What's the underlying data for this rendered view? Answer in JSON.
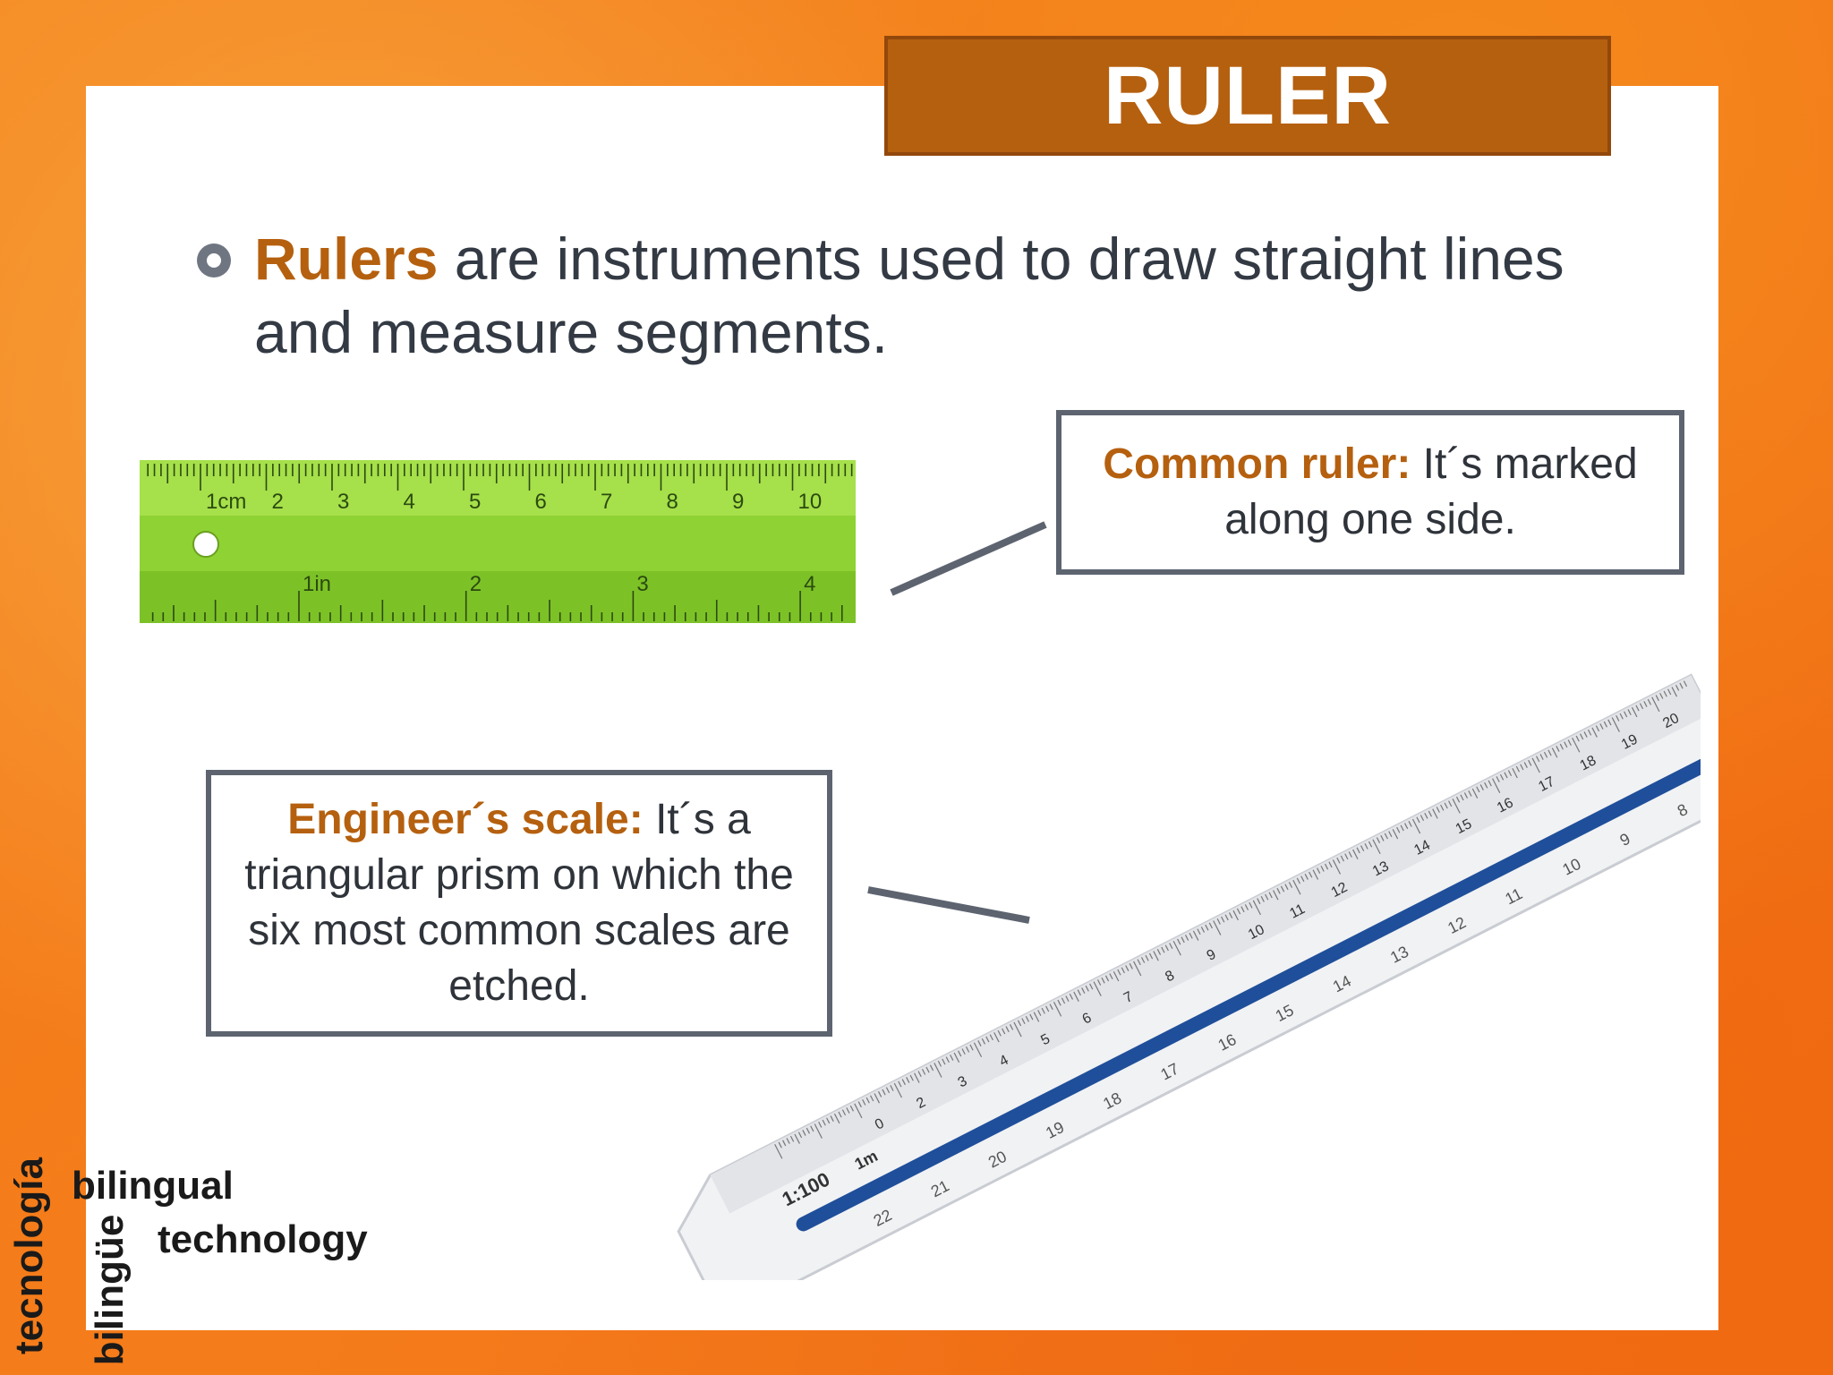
{
  "slide": {
    "title": "RULER",
    "bullet": {
      "highlight": "Rulers",
      "text": " are instruments used to draw straight lines and measure segments."
    },
    "callouts": {
      "common": {
        "highlight": "Common ruler:",
        "text": " It´s marked along one side."
      },
      "engineer": {
        "highlight": "Engineer´s scale:",
        "text": " It´s a triangular prism on which the six most common scales are etched."
      }
    },
    "common_ruler": {
      "cm_labels": [
        "1cm",
        "2",
        "3",
        "4",
        "5",
        "6",
        "7",
        "8",
        "9",
        "10"
      ],
      "in_labels": [
        "1in",
        "2",
        "3",
        "4"
      ]
    },
    "engineer_scale": {
      "scale_label": "1:100",
      "unit_label": "1m",
      "top_numbers": [
        "0",
        "2",
        "3",
        "4",
        "5",
        "6",
        "7",
        "8",
        "9",
        "10",
        "11",
        "12",
        "13",
        "14",
        "15",
        "16",
        "17",
        "18",
        "19",
        "20"
      ],
      "lower_numbers": [
        "22",
        "21",
        "20",
        "19",
        "18",
        "17",
        "16",
        "15",
        "14",
        "13",
        "12",
        "11",
        "10",
        "9",
        "8"
      ]
    },
    "logo": {
      "vertical_1": "tecnología",
      "vertical_2": "bilingüe",
      "line_1": "bilingual",
      "line_2": "technology"
    },
    "colors": {
      "accent": "#b5600f",
      "title_bg": "#b5600f",
      "ruler_green": "#8fd234",
      "scale_blue": "#1f4f9a",
      "callout_border": "#5d6470"
    }
  }
}
